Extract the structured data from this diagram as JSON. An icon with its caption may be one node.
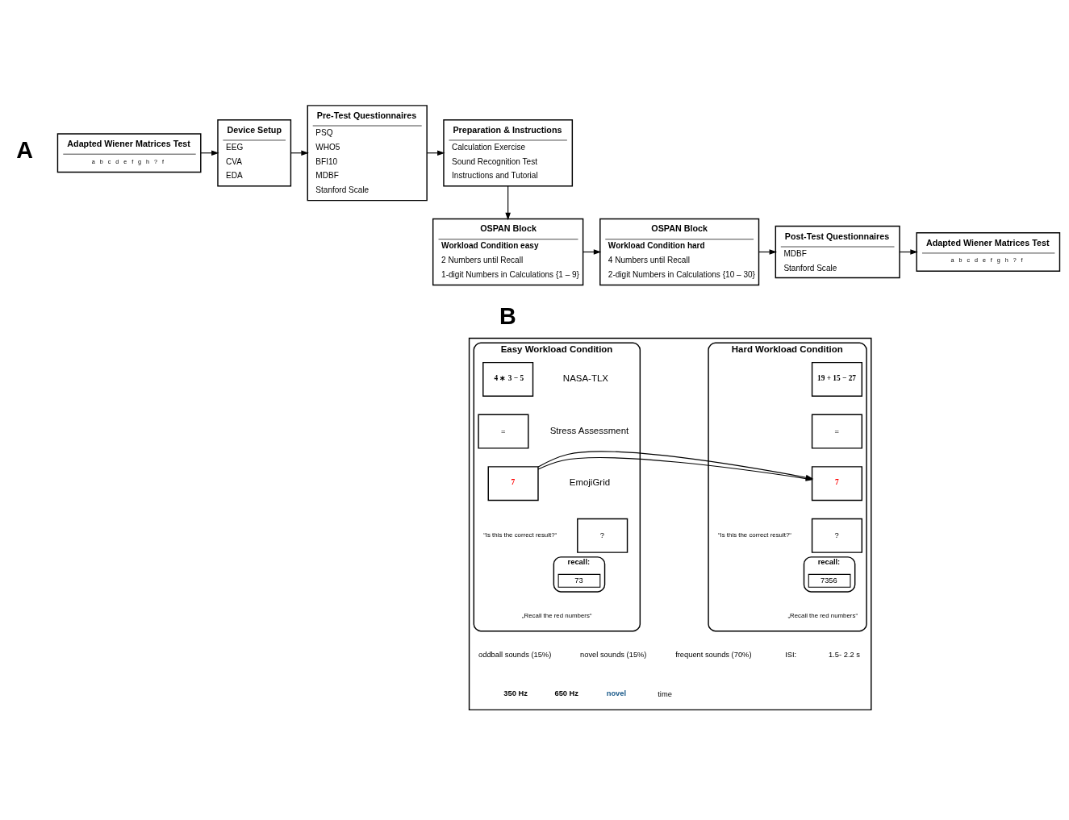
{
  "diagram": {
    "nodes": [
      {
        "text": [
          "Adapted Wiener Matrices Test",
          "a",
          "b",
          "c",
          "d",
          "e",
          "f",
          "g",
          "h",
          "?",
          "f"
        ]
      },
      {
        "text": [
          "Device Setup",
          "EEG",
          "CVA",
          "EDA"
        ]
      },
      {
        "text": [
          "Pre-Test Questionnaires",
          "PSQ",
          "WHO5",
          "BFI10",
          "MDBF",
          "Stanford Scale"
        ]
      },
      {
        "text": [
          "Preparation & Instructions",
          "Calculation Exercise",
          "Sound Recognition Test",
          "Instructions and Tutorial"
        ]
      },
      {
        "text": [
          "OSPAN Block",
          "Workload Condition easy",
          "2 Numbers until Recall",
          "1-digit Numbers in Calculations {1 – 9}"
        ]
      },
      {
        "text": [
          "OSPAN Block",
          "Workload Condition hard",
          "4 Numbers until Recall",
          "2-digit Numbers in Calculations {10 – 30}"
        ]
      },
      {
        "text": [
          "Post-Test Questionnaires",
          "MDBF",
          "Stanford Scale"
        ]
      },
      {
        "text": [
          "Adapted Wiener Matrices Test",
          "a",
          "b",
          "c",
          "d",
          "e",
          "f",
          "g",
          "h",
          "?",
          "f"
        ]
      },
      {
        "text": [],
        "shape": "box"
      },
      {
        "text": [
          "Easy Workload Condition"
        ],
        "in": 8
      },
      {
        "text": [
          "4 ∗ 3 − 5"
        ],
        "in": 9
      },
      {
        "text": [
          "="
        ],
        "in": 9
      },
      {
        "text": [
          "7"
        ],
        "in": 9
      },
      {
        "text": [
          "?"
        ],
        "in": 9,
        "beside": [
          "“Is this the correct result?“"
        ]
      },
      {
        "text": [
          "recall:"
        ],
        "in": 9,
        "beside": [
          "„Recall the red numbers“"
        ]
      },
      {
        "text": [
          "73"
        ],
        "in": 14
      },
      {
        "text": [
          "Hard Workload Condition"
        ],
        "in": 8
      },
      {
        "text": [
          "19 + 15 − 27"
        ],
        "in": 16
      },
      {
        "text": [
          "="
        ],
        "in": 16
      },
      {
        "text": [
          "7"
        ],
        "in": 16
      },
      {
        "text": [
          "?"
        ],
        "in": 16,
        "beside": [
          "“Is this the correct result?“"
        ]
      },
      {
        "text": [
          "recall:"
        ],
        "in": 16,
        "beside": [
          "„Recall the red numbers“"
        ]
      },
      {
        "text": [
          "7356"
        ],
        "in": 21
      }
    ],
    "edges": [
      {
        "from": 0,
        "to": 1,
        "arrow": "to"
      },
      {
        "from": 1,
        "to": 2,
        "arrow": "to"
      },
      {
        "from": 2,
        "to": 3,
        "arrow": "to"
      },
      {
        "from": 3,
        "to": 4,
        "arrow": "to"
      },
      {
        "from": 4,
        "to": 5,
        "arrow": "to"
      },
      {
        "from": 5,
        "to": 6,
        "arrow": "to"
      },
      {
        "from": 6,
        "to": 7,
        "arrow": "to"
      },
      {
        "from": 9,
        "to": 16,
        "arrow": "to"
      }
    ],
    "labels": [
      "A",
      "B",
      "NASA-TLX",
      "Stress Assessment",
      "EmojiGrid",
      "oddball sounds (15%)",
      "novel sounds (15%)",
      "frequent sounds (70%)",
      "ISI:",
      "1.5- 2.2 s",
      "350 Hz",
      "650 Hz",
      "novel",
      "time"
    ]
  }
}
